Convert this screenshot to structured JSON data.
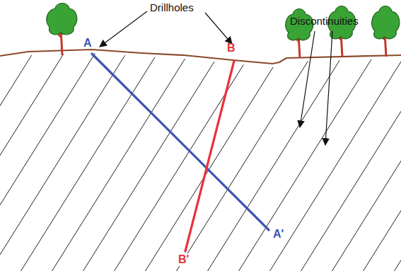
{
  "diagram": {
    "labels": [
      "Drillholes",
      "A",
      "B",
      "Discontinuities",
      "B'",
      "A'"
    ]
  }
}
